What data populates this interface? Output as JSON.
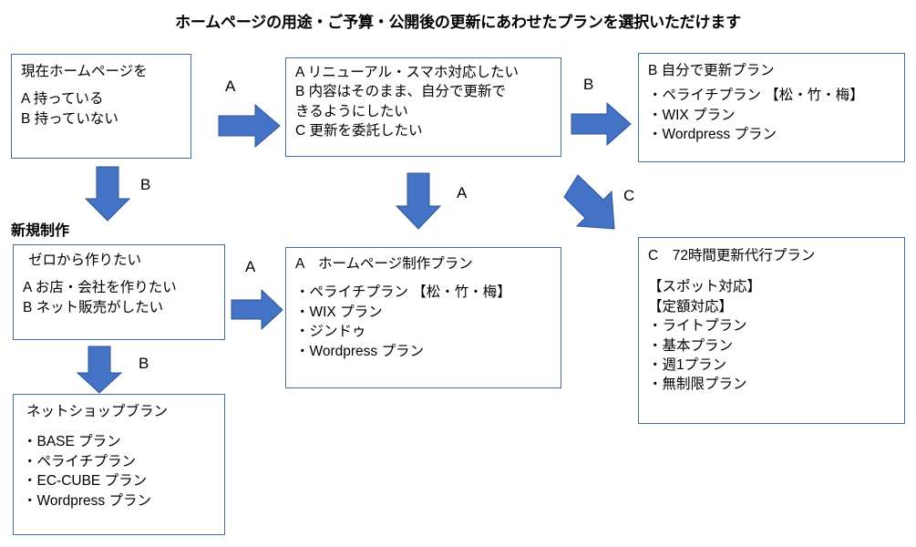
{
  "title": "ホームページの用途・ご予算・公開後の更新にあわせたプランを選択いただけます",
  "theme": {
    "box_border": "#41709C",
    "arrow_fill": "#4472C4",
    "arrow_stroke": "#2E5496",
    "background": "#FFFFFF",
    "text": "#000000"
  },
  "labels": {
    "new_production": "新規制作"
  },
  "boxes": {
    "current_site": {
      "lead": "現在ホームページを",
      "options": [
        "A  持っている",
        "B  持っていない"
      ]
    },
    "renewal_choice": {
      "options": [
        "A  リニューアル・スマホ対応したい",
        "B  内容はそのまま、自分で更新で",
        "きるようにしたい",
        "C  更新を委託したい"
      ]
    },
    "self_update_plan": {
      "lead": "B  自分で更新プラン",
      "bullets": [
        "・ペライチプラン 【松・竹・梅】",
        "・WIX プラン",
        "・Wordpress プラン"
      ]
    },
    "from_zero": {
      "lead": "ゼロから作りたい",
      "options": [
        "A  お店・会社を作りたい",
        "B  ネット販売がしたい"
      ]
    },
    "homepage_plan": {
      "lead": "A　ホームページ制作プラン",
      "bullets": [
        "・ペライチプラン 【松・竹・梅】",
        "・WIX プラン",
        "・ジンドゥ",
        "・Wordpress プラン"
      ]
    },
    "netshop_plan": {
      "lead": "ネットショップブラン",
      "bullets": [
        "・BASE プラン",
        "・ペライチプラン",
        "・EC-CUBE  プラン",
        "・Wordpress プラン"
      ]
    },
    "update_agency_plan": {
      "lead": "C　72時間更新代行プラン",
      "bullets": [
        "【スポット対応】",
        "【定額対応】",
        "・ライトプラン",
        "・基本プラン",
        "・週1プラン",
        "・無制限プラン"
      ]
    }
  },
  "arrows": {
    "current_to_renewal": {
      "label": "A",
      "direction": "right"
    },
    "renewal_to_self": {
      "label": "B",
      "direction": "right"
    },
    "renewal_to_agency": {
      "label": "C",
      "direction": "down-right"
    },
    "current_to_new": {
      "label": "B",
      "direction": "down"
    },
    "renewal_to_homepage": {
      "label": "A",
      "direction": "down"
    },
    "zero_to_homepage": {
      "label": "A",
      "direction": "right"
    },
    "zero_to_netshop": {
      "label": "B",
      "direction": "down"
    }
  }
}
